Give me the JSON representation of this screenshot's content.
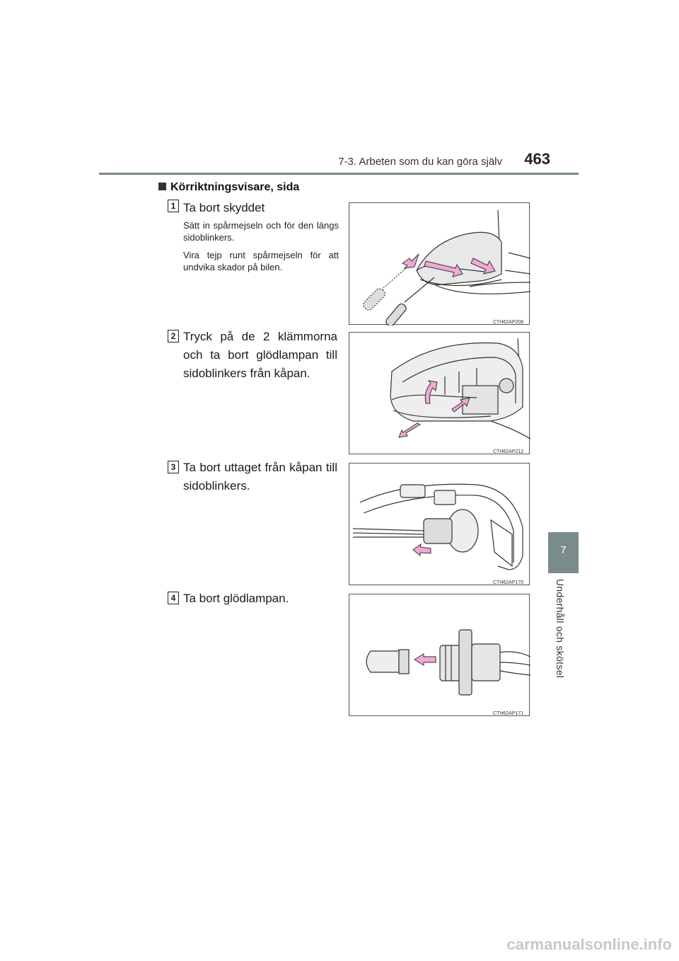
{
  "header": {
    "section": "7-3. Arbeten som du kan göra själv",
    "page_number": "463"
  },
  "side_tab": {
    "chapter": "7",
    "label": "Underhåll och skötsel"
  },
  "section_title": "Körriktningsvisare, sida",
  "steps": [
    {
      "num": "1",
      "title": "Ta bort skyddet",
      "notes": [
        "Sätt in spårmejseln och för den längs sidoblinkers.",
        "Vira tejp runt spårmejseln för att undvika skador på bilen."
      ],
      "figure_code": "CTH62AP208"
    },
    {
      "num": "2",
      "title": "Tryck på de 2 klämmorna och ta bort glödlampan till sidoblinkers från kåpan.",
      "notes": [],
      "figure_code": "CTH62AP212"
    },
    {
      "num": "3",
      "title": "Ta bort uttaget från kåpan till sidoblinkers.",
      "notes": [],
      "figure_code": "CTH62AP170"
    },
    {
      "num": "4",
      "title": "Ta bort glödlampan.",
      "notes": [],
      "figure_code": "CTH62AP171"
    }
  ],
  "colors": {
    "accent_arrow": "#f0a8d8",
    "tab": "#7a8b8b",
    "rule": "#7a8a8a"
  },
  "watermark": "carmanualsonline.info"
}
